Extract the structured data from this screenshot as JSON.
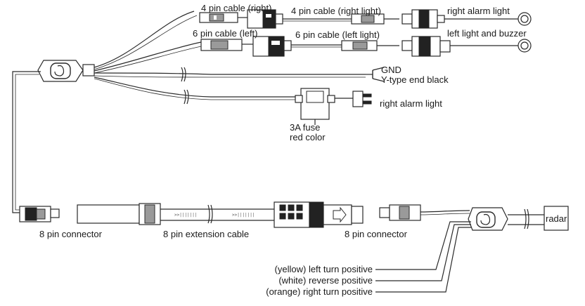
{
  "labels": {
    "four_pin_right": "4 pin cable (right)",
    "four_pin_right_light": "4 pin cable (right light)",
    "right_alarm_light_top": "right alarm light",
    "six_pin_left": "6 pin cable (left)",
    "six_pin_left_light": "6 pin cable (left light)",
    "left_light_buzzer": "left light and buzzer",
    "gnd": "GND",
    "y_type": "Y-type end black",
    "right_alarm_light_mid": "right alarm light",
    "fuse_line1": "3A fuse",
    "fuse_line2": "red color",
    "eight_pin_conn_left": "8 pin connector",
    "eight_pin_ext": "8 pin extension cable",
    "eight_pin_conn_right": "8 pin connector",
    "radar": "radar",
    "yellow_left": "(yellow) left turn positive",
    "white_reverse": "(white) reverse positive",
    "orange_right": "(orange) right turn positive"
  }
}
